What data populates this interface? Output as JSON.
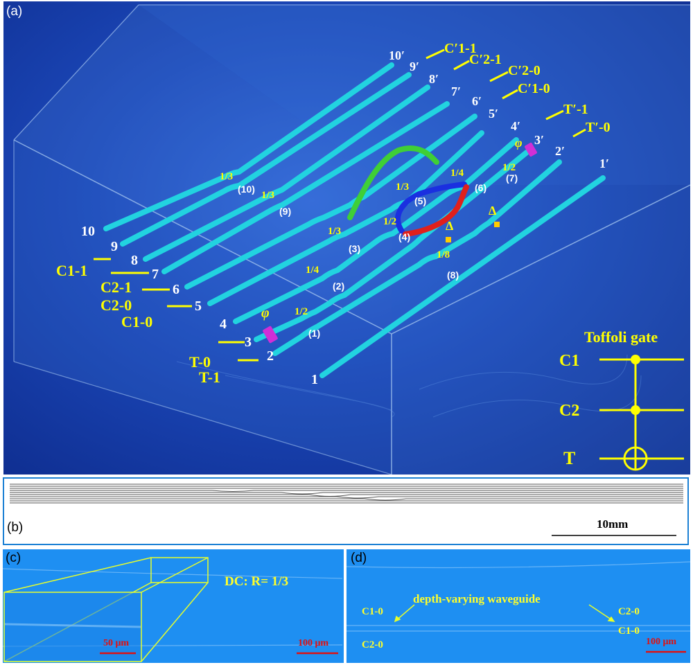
{
  "panels": {
    "a": "(a)",
    "b": "(b)",
    "c": "(c)",
    "d": "(d)"
  },
  "input_ports": [
    "1",
    "2",
    "3",
    "4",
    "5",
    "6",
    "7",
    "8",
    "9",
    "10"
  ],
  "output_ports": [
    "1′",
    "2′",
    "3′",
    "4′",
    "5′",
    "6′",
    "7′",
    "8′",
    "9′",
    "10′"
  ],
  "input_labels": [
    "T-1",
    "T-0",
    "C1-0",
    "C2-0",
    "C2-1",
    "C1-1"
  ],
  "output_labels": [
    "T′-0",
    "T′-1",
    "C′1-0",
    "C′2-0",
    "C′2-1",
    "C′1-1"
  ],
  "couplers": [
    "(1)",
    "(2)",
    "(3)",
    "(4)",
    "(5)",
    "(6)",
    "(7)",
    "(8)",
    "(9)",
    "(10)"
  ],
  "ratios": {
    "r1": "1/2",
    "r2": "1/4",
    "r3": "1/3",
    "r4": "1/2",
    "r5": "1/3",
    "r6": "1/4",
    "r7": "1/2",
    "r8": "1/8",
    "r9": "1/3",
    "r10": "1/3"
  },
  "phase_symbol": "φ",
  "delay_symbol": "Δ",
  "toffoli": {
    "title": "Toffoli gate",
    "c1": "C1",
    "c2": "C2",
    "t": "T"
  },
  "scale_b": "10mm",
  "panel_c": {
    "dc_label": "DC: R= 1/3",
    "scale_small": "50 μm",
    "scale_large": "100 μm"
  },
  "panel_d": {
    "caption": "depth-varying waveguide",
    "left_top": "C1-0",
    "left_bottom": "C2-0",
    "right_top": "C2-0",
    "right_bottom": "C1-0",
    "scale": "100 μm"
  },
  "colors": {
    "waveguide": "#22d3e0",
    "label": "#ffff00",
    "green_arm": "#3fcf36",
    "blue_arm": "#1a2fe0",
    "red_arm": "#e0201c",
    "phase": "#d12fd6",
    "delay": "#ffcc00",
    "scale_red": "#e01010"
  }
}
